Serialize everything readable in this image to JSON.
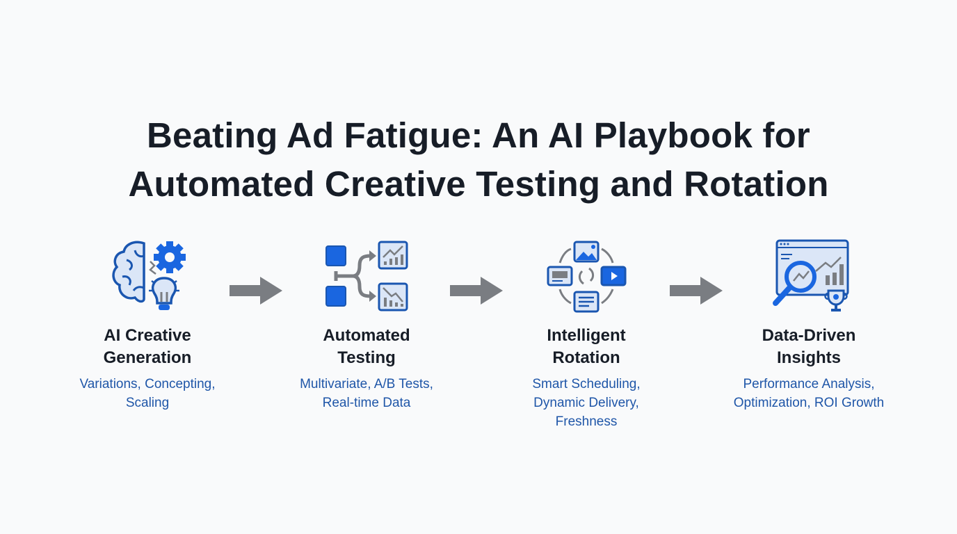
{
  "title": {
    "line1": "Beating Ad Fatigue: An AI Playbook for",
    "line2": "Automated Creative Testing and Rotation"
  },
  "steps": [
    {
      "heading1": "AI Creative",
      "heading2": "Generation",
      "sub": [
        "Variations, Concepting,",
        "Scaling"
      ],
      "icon": "brain-gear-lightbulb-icon"
    },
    {
      "heading1": "Automated",
      "heading2": "Testing",
      "sub": [
        "Multivariate, A/B Tests,",
        "Real-time Data"
      ],
      "icon": "split-test-icon"
    },
    {
      "heading1": "Intelligent",
      "heading2": "Rotation",
      "sub": [
        "Smart Scheduling,",
        "Dynamic Delivery,",
        "Freshness"
      ],
      "icon": "rotation-cycle-icon"
    },
    {
      "heading1": "Data-Driven",
      "heading2": "Insights",
      "sub": [
        "Performance Analysis,",
        "Optimization, ROI Growth"
      ],
      "icon": "analytics-magnifier-icon"
    }
  ],
  "colors": {
    "primary": "#1a66e0",
    "dark_blue": "#1a56b0",
    "light_blue": "#dbe6f7",
    "gray": "#7a7d82",
    "text": "#171d27"
  }
}
